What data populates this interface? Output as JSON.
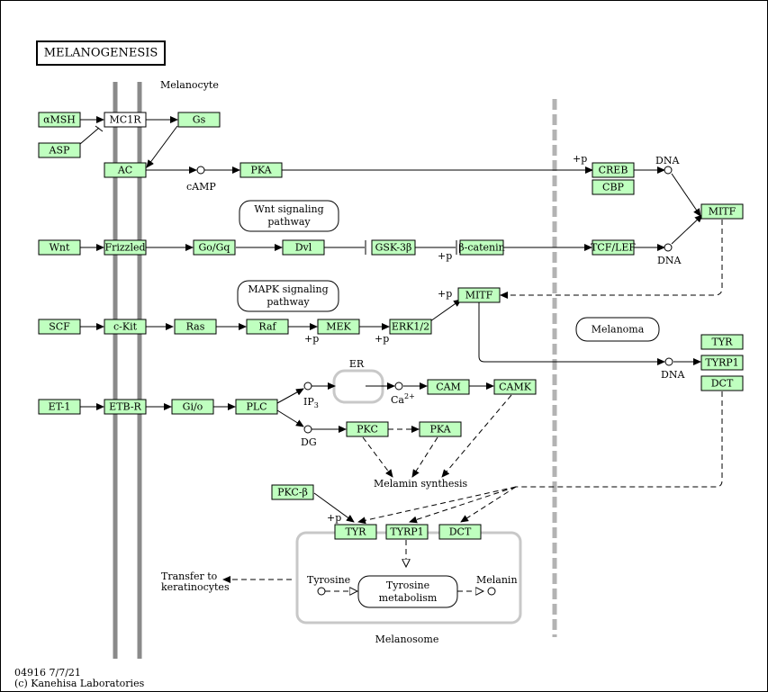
{
  "title": "MELANOGENESIS",
  "labels": {
    "melanocyte": "Melanocyte",
    "camp": "cAMP",
    "dna1": "DNA",
    "dna2": "DNA",
    "dna3": "DNA",
    "p_creb": "+p",
    "p_wnt": "+p",
    "p_mitf": "+p",
    "p_mek": "+p",
    "p_erk": "+p",
    "p_tyr": "+p",
    "er": "ER",
    "ip3": "IP",
    "ip3_sub": "3",
    "ca": "Ca",
    "ca_sup": "2+",
    "dg": "DG",
    "melanin_synthesis": "Melamin synthesis",
    "transfer1": "Transfer to",
    "transfer2": "keratinocytes",
    "tyrosine": "Tyrosine",
    "melanin": "Melanin",
    "melanosome": "Melanosome",
    "tyrosine_metabolism1": "Tyrosine",
    "tyrosine_metabolism2": "metabolism",
    "wnt_pathway1": "Wnt signaling",
    "wnt_pathway2": "pathway",
    "mapk_pathway1": "MAPK signaling",
    "mapk_pathway2": "pathway",
    "melanoma": "Melanoma"
  },
  "genes": {
    "amsh": "αMSH",
    "asp": "ASP",
    "mc1r": "MC1R",
    "gs": "Gs",
    "ac": "AC",
    "pka1": "PKA",
    "creb": "CREB",
    "cbp": "CBP",
    "mitf1": "MITF",
    "wnt": "Wnt",
    "frizzled": "Frizzled",
    "gogq": "Go/Gq",
    "dvl": "Dvl",
    "gsk3b": "GSK-3β",
    "bcatenin": "β-catenin",
    "tcflef": "TCF/LEF",
    "mitf2": "MITF",
    "scf": "SCF",
    "ckit": "c-Kit",
    "ras": "Ras",
    "raf": "Raf",
    "mek": "MEK",
    "erk": "ERK1/2",
    "tyr1": "TYR",
    "tyrp1a": "TYRP1",
    "dct1": "DCT",
    "et1": "ET-1",
    "etbr": "ETB-R",
    "gio": "Gi/o",
    "plc": "PLC",
    "cam": "CAM",
    "camk": "CAMK",
    "pkc": "PKC",
    "pka2": "PKA",
    "pkcb": "PKC-β",
    "tyr2": "TYR",
    "tyrp1b": "TYRP1",
    "dct2": "DCT"
  },
  "footer": {
    "id_date": "04916 7/7/21",
    "copyright": "(c) Kanehisa Laboratories"
  }
}
